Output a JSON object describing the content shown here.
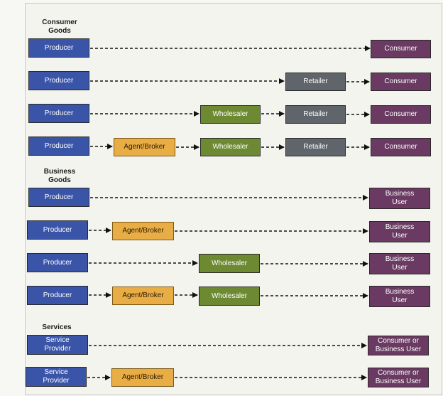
{
  "sections": {
    "consumer_goods": "Consumer\nGoods",
    "business_goods": "Business\nGoods",
    "services": "Services"
  },
  "rows": [
    {
      "labels": [
        "Producer",
        "Consumer"
      ]
    },
    {
      "labels": [
        "Producer",
        "Retailer",
        "Consumer"
      ]
    },
    {
      "labels": [
        "Producer",
        "Wholesaler",
        "Retailer",
        "Consumer"
      ]
    },
    {
      "labels": [
        "Producer",
        "Agent/Broker",
        "Wholesaler",
        "Retailer",
        "Consumer"
      ]
    },
    {
      "labels": [
        "Producer",
        "Business\nUser"
      ]
    },
    {
      "labels": [
        "Producer",
        "Agent/Broker",
        "Business\nUser"
      ]
    },
    {
      "labels": [
        "Producer",
        "Wholesaler",
        "Business\nUser"
      ]
    },
    {
      "labels": [
        "Producer",
        "Agent/Broker",
        "Wholesaler",
        "Business\nUser"
      ]
    },
    {
      "labels": [
        "Service\nProvider",
        "Consumer or\nBusiness User"
      ]
    },
    {
      "labels": [
        "Service\nProvider",
        "Agent/Broker",
        "Consumer or\nBusiness User"
      ]
    }
  ],
  "colors": {
    "producer": "#3a54a8",
    "agent": "#e9ad45",
    "wholesaler": "#6d8a33",
    "retailer": "#5f656b",
    "consumer": "#6a3a62"
  }
}
